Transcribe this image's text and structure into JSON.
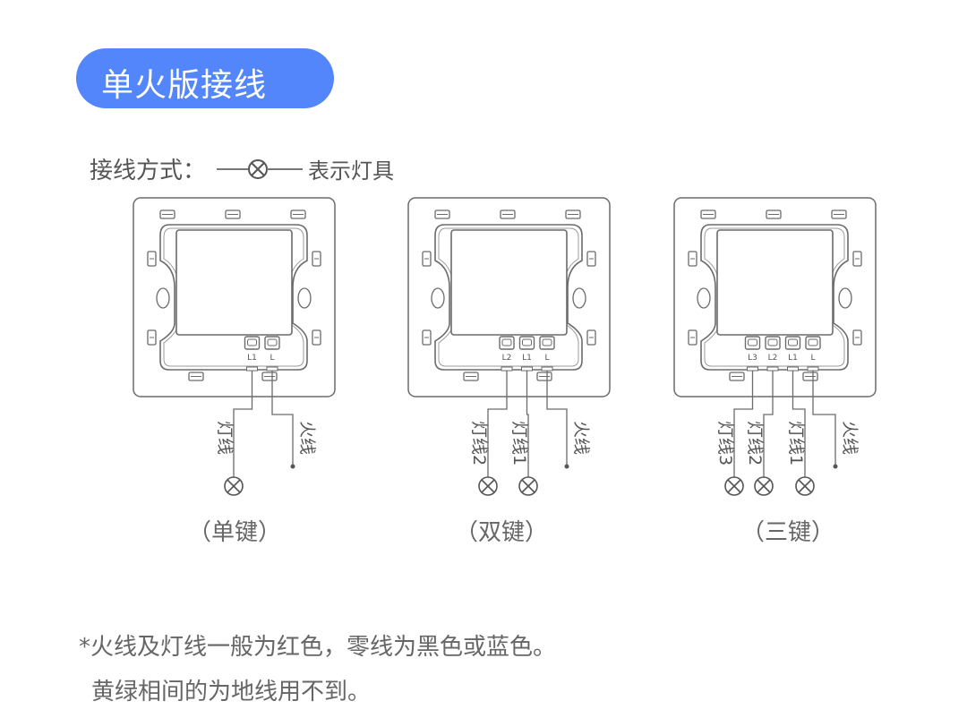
{
  "header": {
    "title": "单火版接线"
  },
  "legend": {
    "prefix": "接线方式：",
    "suffix": "表示灯具",
    "icon": "lamp-icon"
  },
  "colors": {
    "accent": "#5286fa",
    "line": "#6b6b6b"
  },
  "switches": [
    {
      "caption": "（单键）",
      "terminals": [
        "L1",
        "L"
      ],
      "lamp_labels": [
        "灯线"
      ],
      "live_label": "火线"
    },
    {
      "caption": "（双键）",
      "terminals": [
        "L2",
        "L1",
        "L"
      ],
      "lamp_labels": [
        "灯线2",
        "灯线1"
      ],
      "live_label": "火线"
    },
    {
      "caption": "（三键）",
      "terminals": [
        "L3",
        "L2",
        "L1",
        "L"
      ],
      "lamp_labels": [
        "灯线3",
        "灯线2",
        "灯线1"
      ],
      "live_label": "火线"
    }
  ],
  "notes": [
    "*火线及灯线一般为红色，零线为黑色或蓝色。",
    "黄绿相间的为地线用不到。"
  ]
}
